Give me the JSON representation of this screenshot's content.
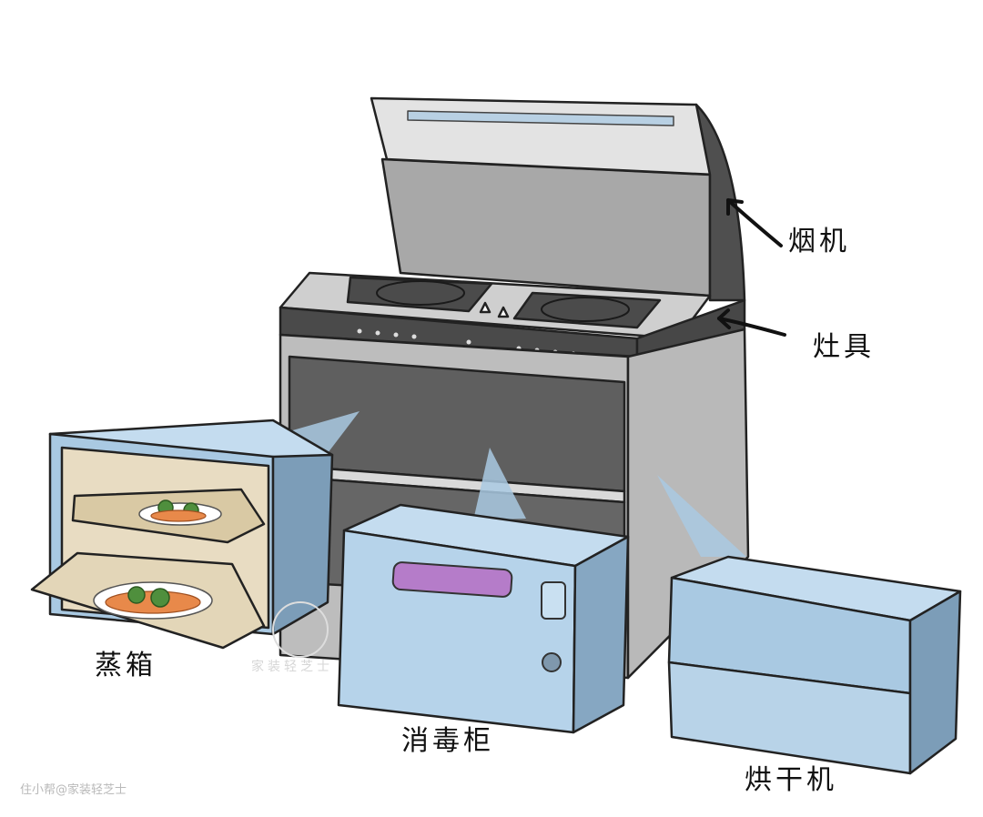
{
  "labels": {
    "range_hood": "烟机",
    "stove": "灶具",
    "steam_oven": "蒸箱",
    "sterilizer": "消毒柜",
    "dryer": "烘干机"
  },
  "watermark": "住小帮@家装轻芝士",
  "stamp_text": "家装轻芝士",
  "colors": {
    "appliance_blue": "#a9c9e2",
    "appliance_blue_dark": "#7c9db8",
    "cabinet_gray": "#bfbfbf",
    "hood_dark": "#5b5b5b",
    "uv_purple": "#b57cc9",
    "tray_tan": "#e7dcc3"
  },
  "icons": [
    "arrow-icon"
  ]
}
